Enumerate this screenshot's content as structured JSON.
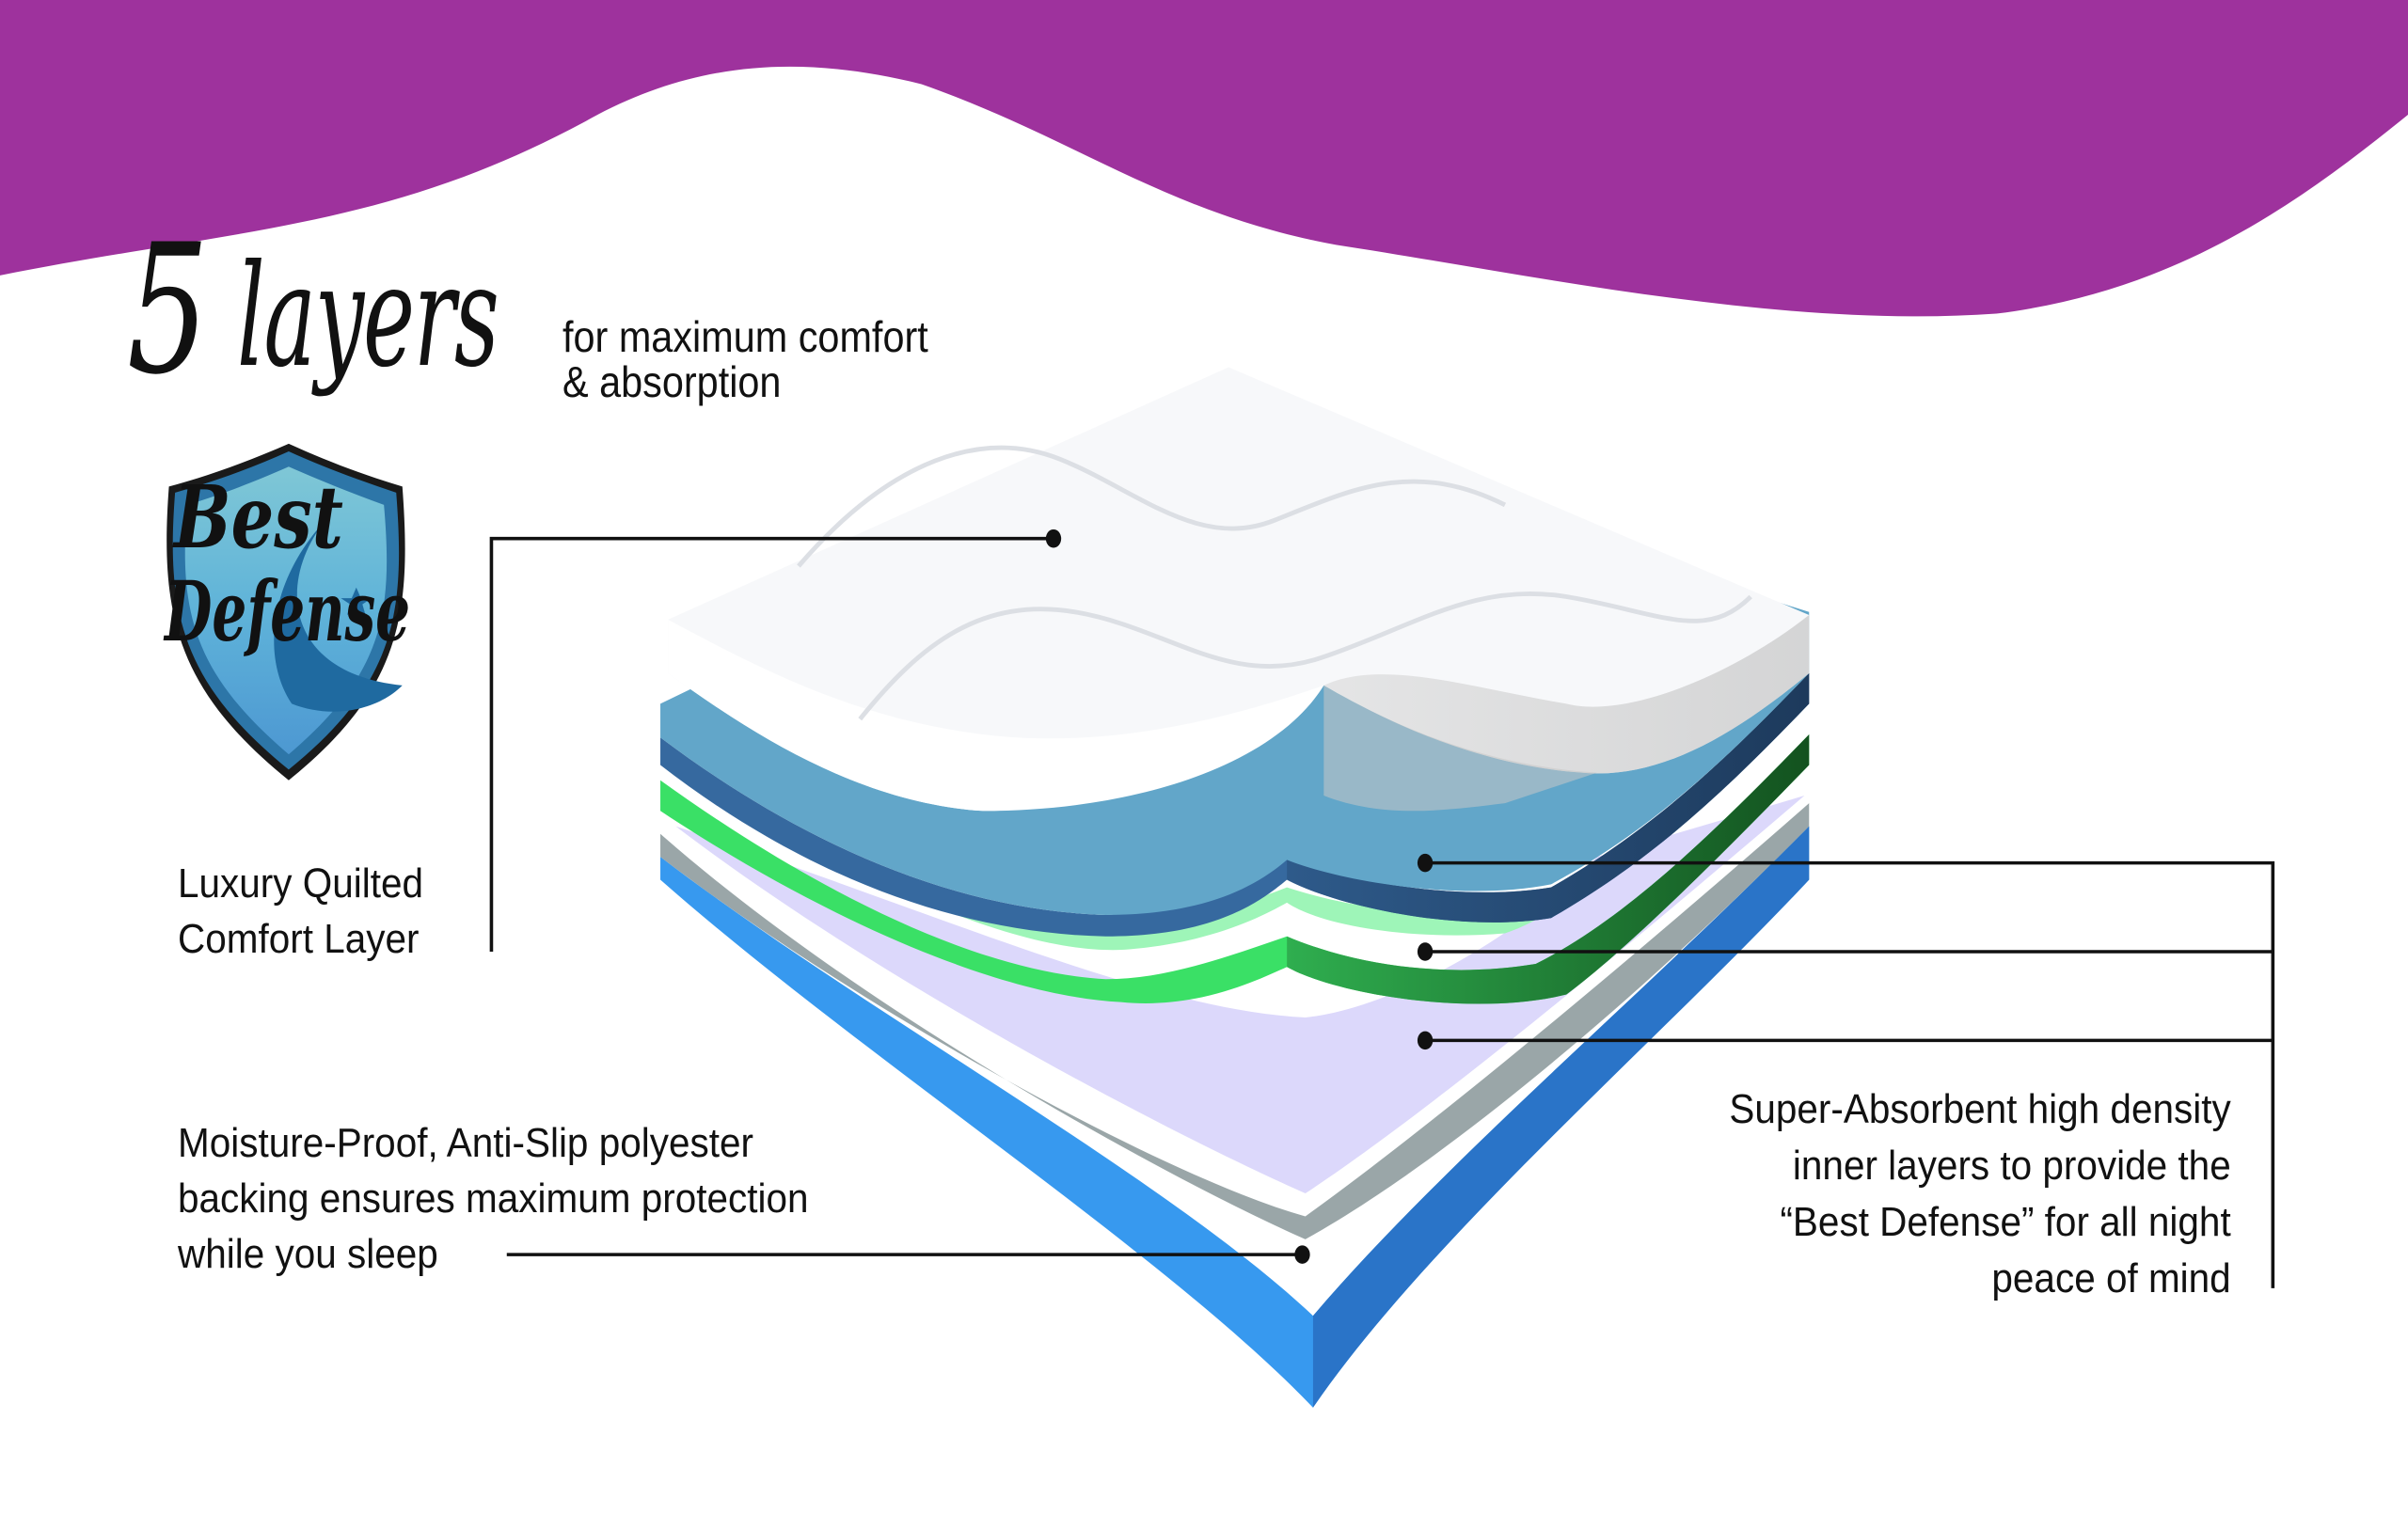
{
  "headline": {
    "number": "5",
    "word": "layers",
    "subtitle_line1": "for maximum comfort",
    "subtitle_line2": "& absorption"
  },
  "logo": {
    "line1": "Best",
    "line2": "Defense",
    "icon": "shield-moon-star-icon"
  },
  "callouts": {
    "comfort_layer": {
      "line1": "Luxury Quilted",
      "line2": "Comfort Layer"
    },
    "backing": {
      "line1": "Moisture-Proof, Anti-Slip polyester",
      "line2": "backing ensures maximum protection",
      "line3": "while you sleep"
    },
    "inner_layers": {
      "line1": "Super-Absorbent high density",
      "line2": "inner layers to provide the",
      "line3": "“Best Defense” for all night",
      "line4": "peace of mind"
    }
  },
  "colors": {
    "wave_purple": "#9e329d",
    "quilt_white": "#f7f8fa",
    "layer_blue": "#62a6c9",
    "layer_blue_dark": "#36699f",
    "layer_green": "#3ae066",
    "layer_green_light": "#9ef5b8",
    "layer_gray": "#9aa6a8",
    "layer_lavender": "#dcd8fb",
    "backing_blue": "#3799ef",
    "shield_blue": "#2d76a8"
  }
}
